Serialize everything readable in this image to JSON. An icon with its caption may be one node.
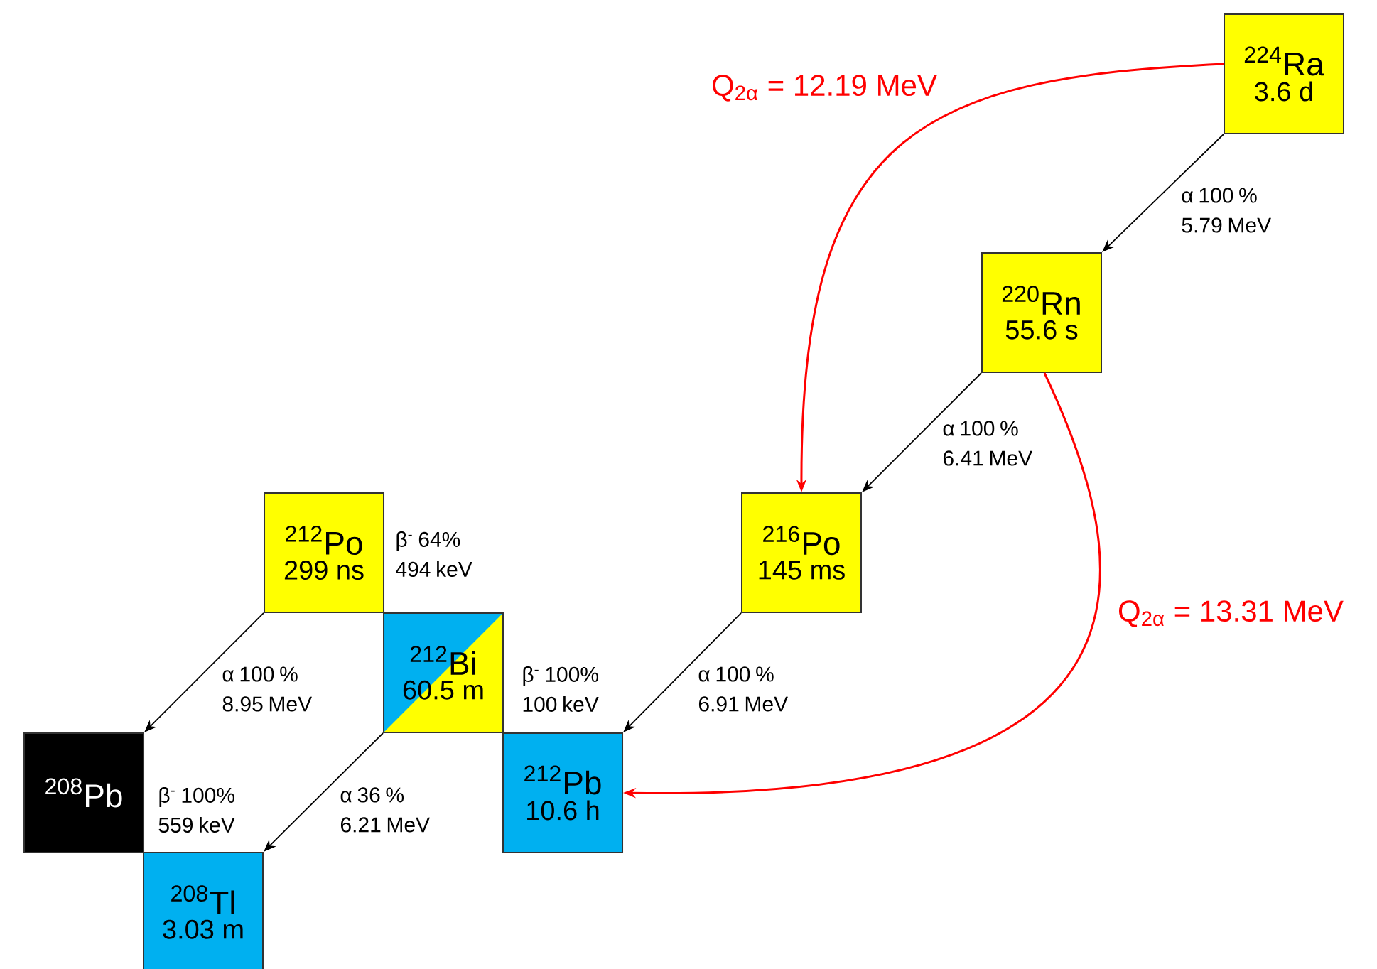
{
  "diagram": {
    "nodes": [
      {
        "text": [
          "$^{224}$Ra",
          "3.6 d"
        ]
      },
      {
        "text": [
          "$^{220}$Rn",
          "55.6 s"
        ]
      },
      {
        "text": [
          "$^{216}$Po",
          "145 ms"
        ]
      },
      {
        "text": [
          "$^{212}$Pb",
          "10.6 h"
        ]
      },
      {
        "text": [
          "$^{212}$Bi",
          "60.5 m"
        ]
      },
      {
        "text": [
          "$^{212}$Po",
          "299 ns"
        ]
      },
      {
        "text": [
          "$^{208}$Pb"
        ]
      },
      {
        "text": [
          "$^{208}$Tl",
          "3.03 m"
        ]
      }
    ],
    "edges": [
      {
        "from": 0,
        "to": 1,
        "arrow": "to",
        "label": "α 100 % 5.79 MeV"
      },
      {
        "from": 1,
        "to": 2,
        "arrow": "to",
        "label": "α 100 % 6.41 MeV"
      },
      {
        "from": 2,
        "to": 3,
        "arrow": "to",
        "label": "α 100 % 6.91 MeV"
      },
      {
        "from": 5,
        "to": 6,
        "arrow": "to",
        "label": "α 100 % 8.95 MeV"
      },
      {
        "from": 4,
        "to": 7,
        "arrow": "to",
        "label": "α 36 % 6.21 MeV"
      },
      {
        "from": 0,
        "to": 2,
        "arrow": "to",
        "color": "#ff0000",
        "label": "Q$_{2α}$ = 12.19 MeV"
      },
      {
        "from": 1,
        "to": 3,
        "arrow": "to",
        "color": "#ff0000",
        "label": "Q$_{2α}$ = 13.31 MeV"
      }
    ],
    "labels": [
      "β$^{-}$ 64% 494 keV",
      "β$^{-}$ 100% 100 keV",
      "β$^{-}$ 100% 559 keV"
    ]
  }
}
